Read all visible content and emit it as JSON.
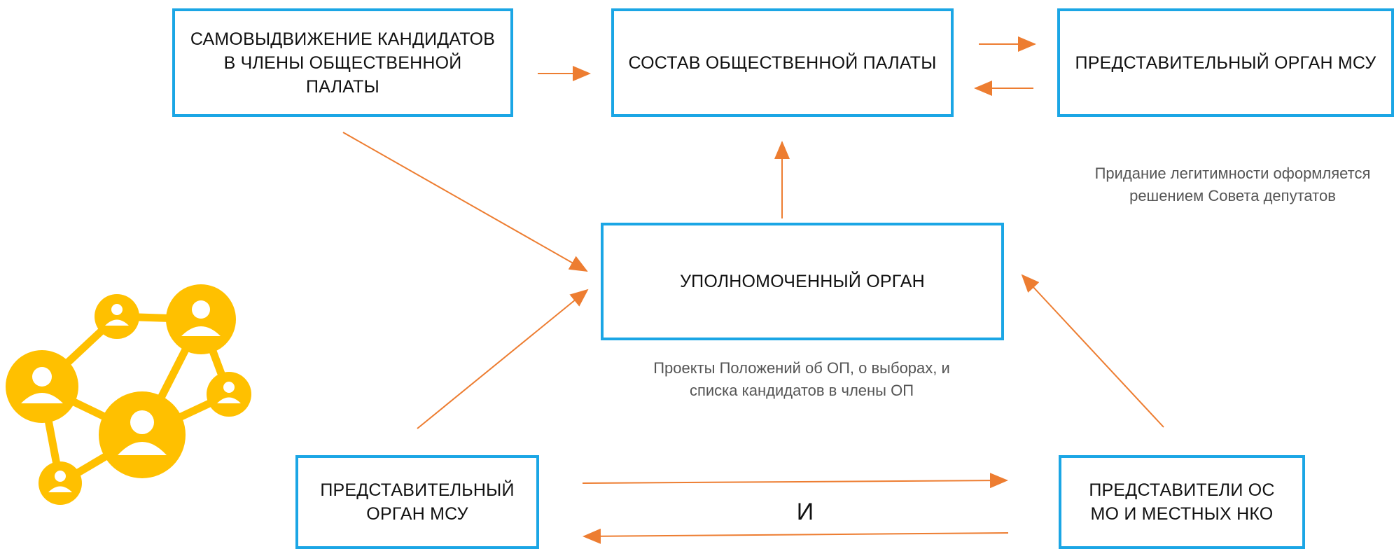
{
  "boxes": {
    "self_nomination": "САМОВЫДВИЖЕНИЕ КАНДИДАТОВ В ЧЛЕНЫ ОБЩЕСТВЕННОЙ ПАЛАТЫ",
    "chamber_composition": "СОСТАВ ОБЩЕСТВЕННОЙ ПАЛАТЫ",
    "representative_body_top": "ПРЕДСТАВИТЕЛЬНЫЙ ОРГАН МСУ",
    "authorized_body": "УПОЛНОМОЧЕННЫЙ ОРГАН",
    "representative_body_bottom": "ПРЕДСТАВИТЕЛЬНЫЙ ОРГАН МСУ",
    "representatives_os_nko": "ПРЕДСТАВИТЕЛИ ОС МО И МЕСТНЫХ НКО"
  },
  "notes": {
    "legitimacy": "Придание легитимности оформляется решением Совета депутатов",
    "drafts": "Проекты Положений об ОП, о выборах, и списка кандидатов в члены ОП"
  },
  "connector_label": "И",
  "colors": {
    "box_border": "#1BA6E5",
    "arrow": "#ED7D31",
    "network": "#FFC000"
  },
  "icons": {
    "network": "people-network-icon"
  }
}
